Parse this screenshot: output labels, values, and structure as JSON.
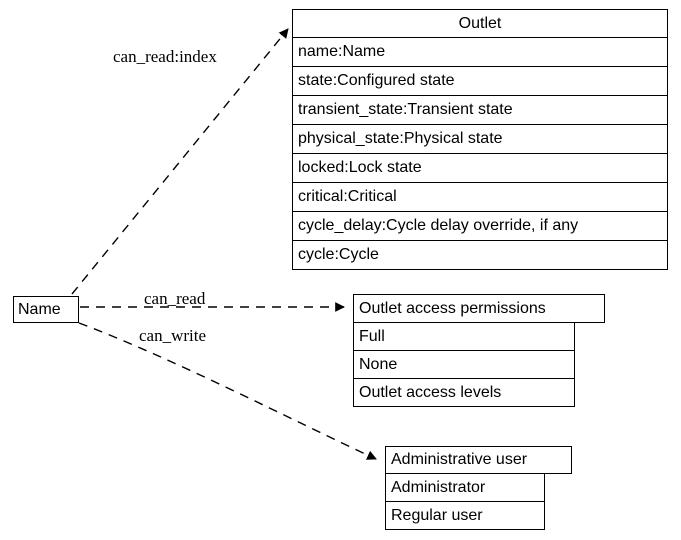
{
  "diagram": {
    "type": "entity-relationship",
    "background_color": "#ffffff",
    "line_color": "#000000",
    "text_color": "#000000"
  },
  "nodes": {
    "name_node": {
      "label": "Name"
    },
    "outlet": {
      "title": "Outlet",
      "rows": [
        "name:Name",
        "state:Configured state",
        "transient_state:Transient state",
        "physical_state:Physical state",
        "locked:Lock state",
        "critical:Critical",
        "cycle_delay:Cycle delay override, if any",
        "cycle:Cycle"
      ]
    },
    "outlet_access_permissions": {
      "title": "Outlet access permissions",
      "rows": [
        "Full",
        "None",
        "Outlet access levels"
      ]
    },
    "administrative_user": {
      "title": "Administrative user",
      "rows": [
        "Administrator",
        "Regular user"
      ]
    }
  },
  "edges": [
    {
      "id": "edge-can-read-index",
      "label": "can_read:index",
      "from": "name_node",
      "to": "outlet",
      "style": "dashed",
      "arrowhead": "filled-triangle"
    },
    {
      "id": "edge-can-read",
      "label": "can_read",
      "from": "name_node",
      "to": "outlet_access_permissions",
      "style": "dashed",
      "arrowhead": "filled-triangle"
    },
    {
      "id": "edge-can-write",
      "label": "can_write",
      "from": "name_node",
      "to": "administrative_user",
      "style": "dashed",
      "arrowhead": "filled-triangle"
    }
  ]
}
